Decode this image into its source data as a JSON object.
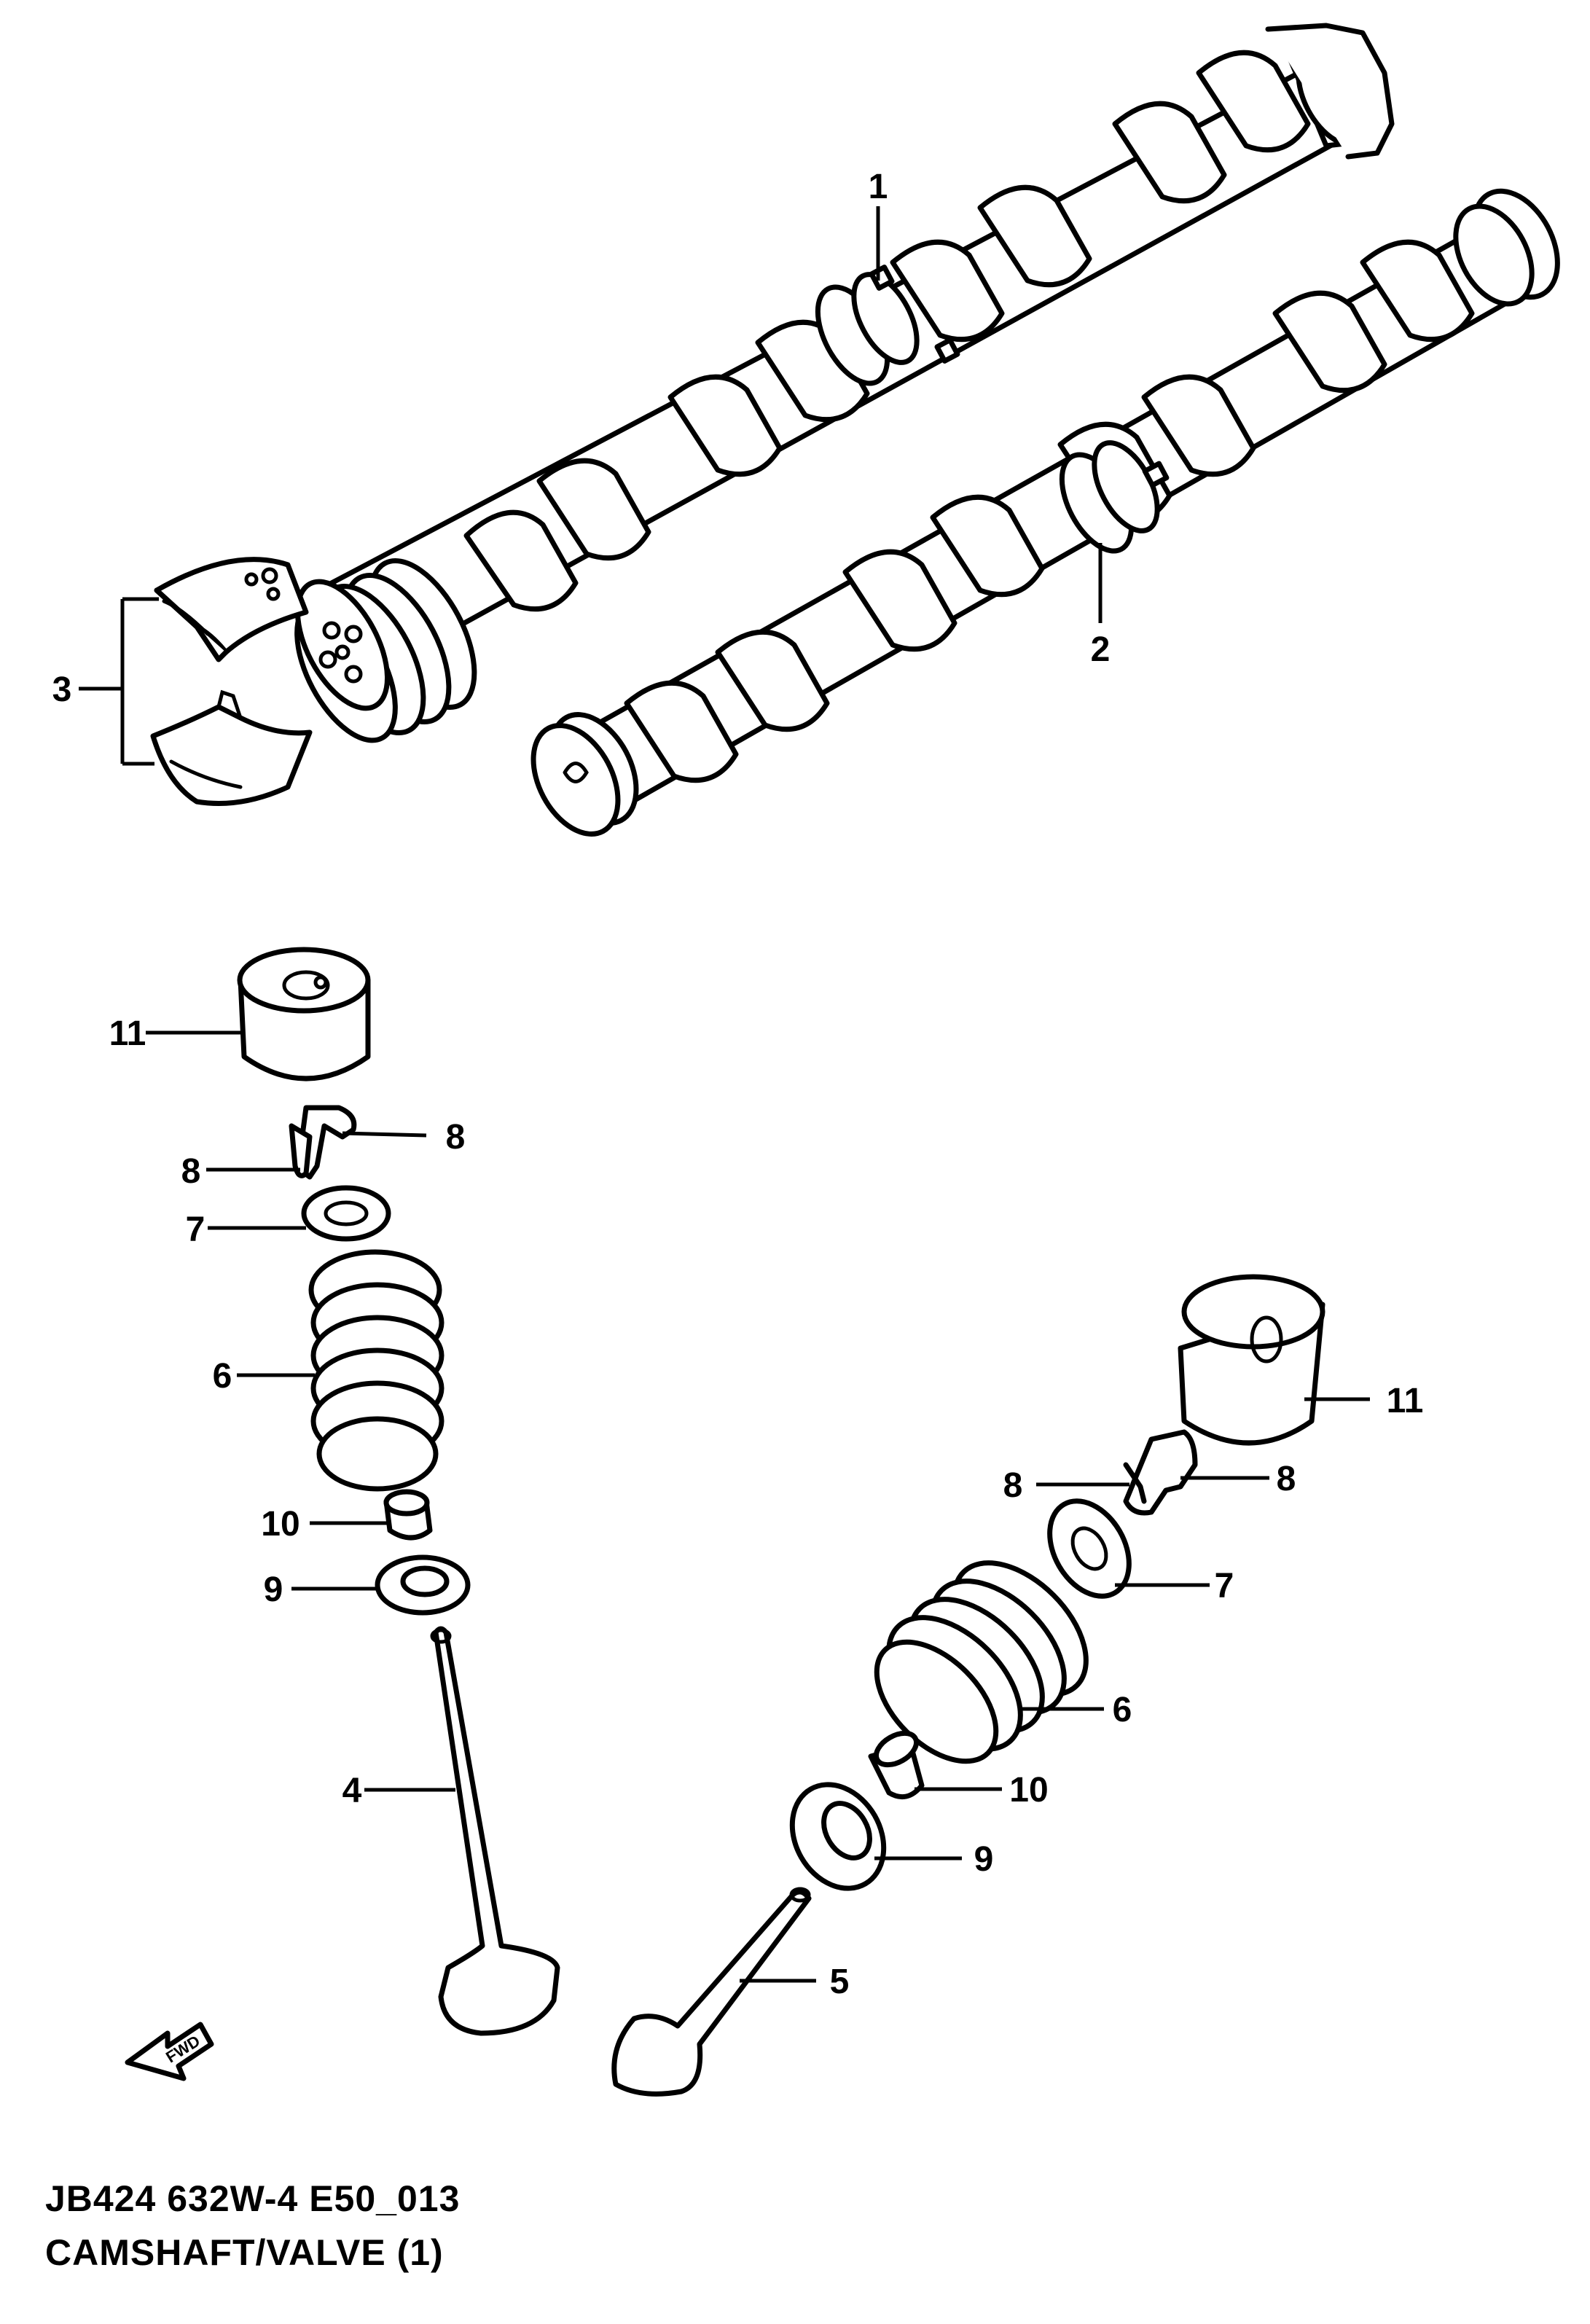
{
  "drawing_code": "JB424 632W-4 E50_013",
  "drawing_title": "CAMSHAFT/VALVE (1)",
  "fwd_label": "FWD",
  "callouts": {
    "c1": "1",
    "c2": "2",
    "c3": "3",
    "c4": "4",
    "c5": "5",
    "c6a": "6",
    "c6b": "6",
    "c7a": "7",
    "c7b": "7",
    "c8a": "8",
    "c8b": "8",
    "c8c": "8",
    "c8d": "8",
    "c9a": "9",
    "c9b": "9",
    "c10a": "10",
    "c10b": "10",
    "c11a": "11",
    "c11b": "11"
  }
}
